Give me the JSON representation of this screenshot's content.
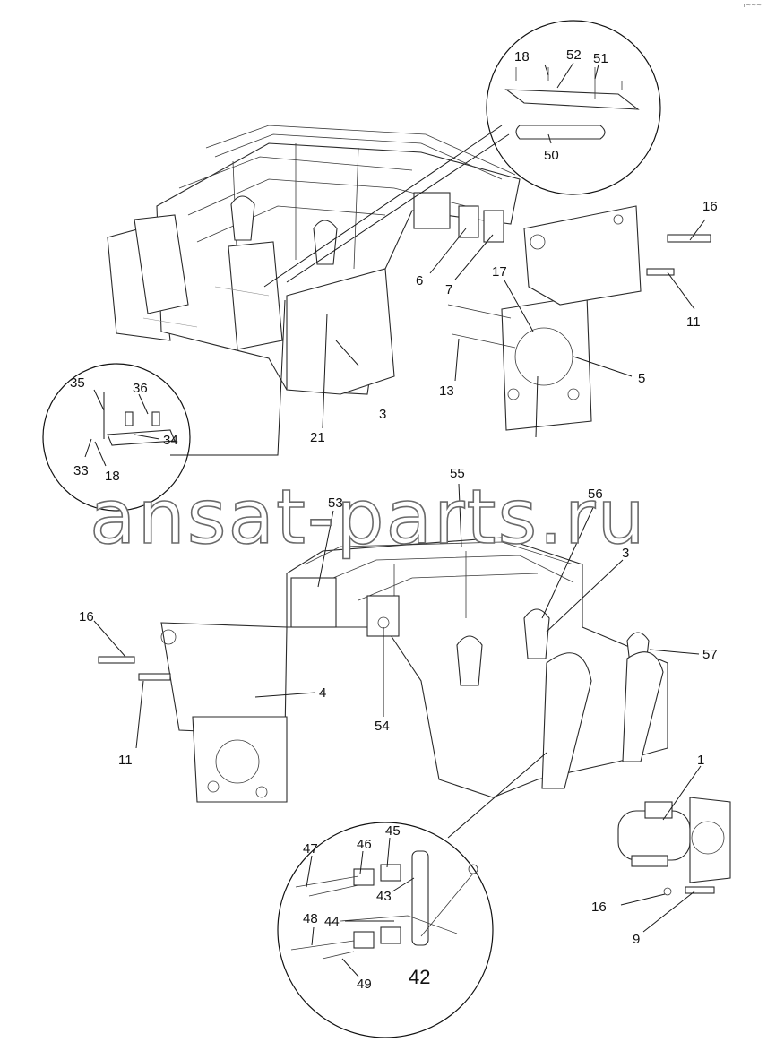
{
  "watermark": "ansat-parts.ru",
  "corner_mark": "r~~~",
  "callouts": [
    {
      "id": "c-18-top",
      "label": "18"
    },
    {
      "id": "c-52",
      "label": "52"
    },
    {
      "id": "c-51",
      "label": "51"
    },
    {
      "id": "c-50",
      "label": "50"
    },
    {
      "id": "c-16-top",
      "label": "16"
    },
    {
      "id": "c-6",
      "label": "6"
    },
    {
      "id": "c-7",
      "label": "7"
    },
    {
      "id": "c-17",
      "label": "17"
    },
    {
      "id": "c-11-top",
      "label": "11"
    },
    {
      "id": "c-13",
      "label": "13"
    },
    {
      "id": "c-5",
      "label": "5"
    },
    {
      "id": "c-3-top",
      "label": "3"
    },
    {
      "id": "c-21",
      "label": "21"
    },
    {
      "id": "c-35",
      "label": "35"
    },
    {
      "id": "c-36",
      "label": "36"
    },
    {
      "id": "c-34",
      "label": "34"
    },
    {
      "id": "c-33",
      "label": "33"
    },
    {
      "id": "c-18-left",
      "label": "18"
    },
    {
      "id": "c-55",
      "label": "55"
    },
    {
      "id": "c-53",
      "label": "53"
    },
    {
      "id": "c-56",
      "label": "56"
    },
    {
      "id": "c-3-bottom",
      "label": "3"
    },
    {
      "id": "c-16-left",
      "label": "16"
    },
    {
      "id": "c-57",
      "label": "57"
    },
    {
      "id": "c-4",
      "label": "4"
    },
    {
      "id": "c-54",
      "label": "54"
    },
    {
      "id": "c-11-bottom",
      "label": "11"
    },
    {
      "id": "c-1",
      "label": "1"
    },
    {
      "id": "c-45",
      "label": "45"
    },
    {
      "id": "c-46",
      "label": "46"
    },
    {
      "id": "c-47",
      "label": "47"
    },
    {
      "id": "c-43",
      "label": "43"
    },
    {
      "id": "c-48",
      "label": "48"
    },
    {
      "id": "c-44",
      "label": "44"
    },
    {
      "id": "c-16-bottom",
      "label": "16"
    },
    {
      "id": "c-9",
      "label": "9"
    },
    {
      "id": "c-49",
      "label": "49"
    },
    {
      "id": "c-42",
      "label": "42"
    }
  ]
}
